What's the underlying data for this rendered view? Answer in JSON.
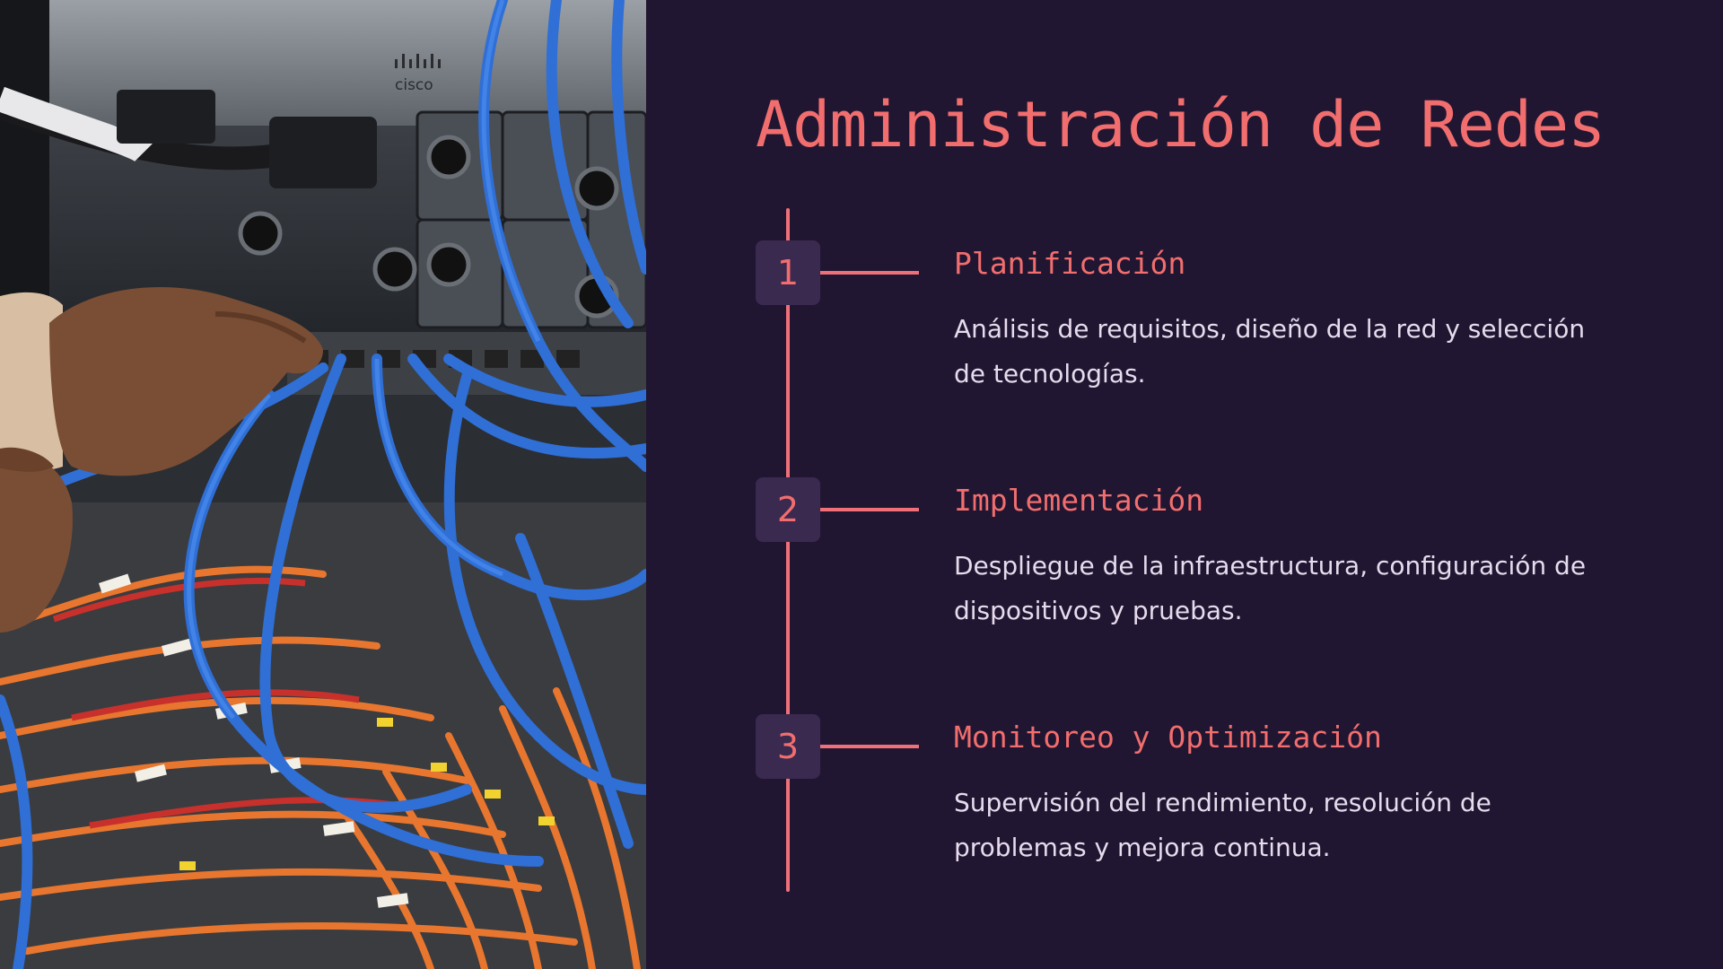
{
  "slide": {
    "title": "Administración de Redes",
    "photo": {
      "icon": "network-server-rack-photo",
      "logo_text": "cisco"
    },
    "steps": [
      {
        "number": "1",
        "title": "Planificación",
        "description": "Análisis de requisitos, diseño de la red y selección de tecnologías."
      },
      {
        "number": "2",
        "title": "Implementación",
        "description": "Despliegue de la infraestructura, configuración de dispositivos y pruebas."
      },
      {
        "number": "3",
        "title": "Monitoreo y Optimización",
        "description": "Supervisión del rendimiento, resolución de problemas y mejora continua."
      }
    ],
    "colors": {
      "background": "#211631",
      "accent": "#f26e6e",
      "badge": "#3a2a50",
      "text": "#e6dced"
    }
  }
}
